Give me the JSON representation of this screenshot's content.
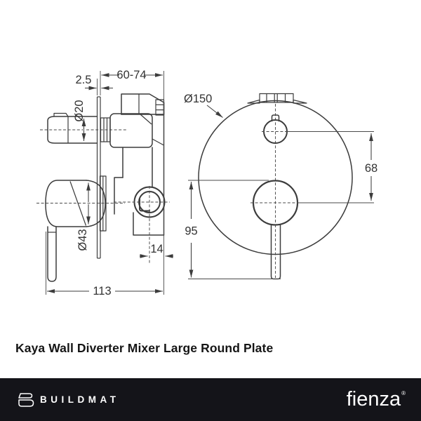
{
  "title": "Kaya Wall Diverter Mixer Large Round Plate",
  "drawing": {
    "side_view": {
      "plate_thickness": "2.5",
      "depth_range": "60-74",
      "spout_diameter": "Ø20",
      "handle_diameter": "Ø43",
      "outlet_offset": "14",
      "overall_height": "113"
    },
    "front_view": {
      "plate_diameter": "Ø150",
      "button_to_handle_distance": "68",
      "handle_length": "95"
    },
    "colors": {
      "line": "#3c3c3c",
      "label": "#333333"
    }
  },
  "footer": {
    "background_color": "#141419",
    "buildmat_wordmark": "BUILDMAT",
    "fienza_wordmark": "fienza",
    "registered_mark": "®"
  }
}
